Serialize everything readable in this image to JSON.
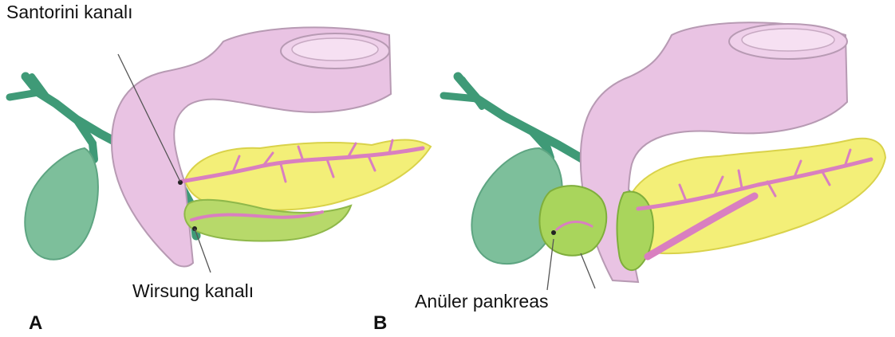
{
  "labels": {
    "santorini": "Santorini kanalı",
    "wirsung": "Wirsung kanalı",
    "annular": "Anüler pankreas",
    "panel_a": "A",
    "panel_b": "B"
  },
  "colors": {
    "duodenum": "#e9c3e3",
    "duodenum_outline": "#b79ab3",
    "pancreas": "#f3ef78",
    "pancreas_dark": "#d9d24a",
    "duct": "#d97fc0",
    "gallbladder": "#7dbf9b",
    "biliary": "#3f9a77",
    "annular_tissue": "#a9d55c"
  }
}
